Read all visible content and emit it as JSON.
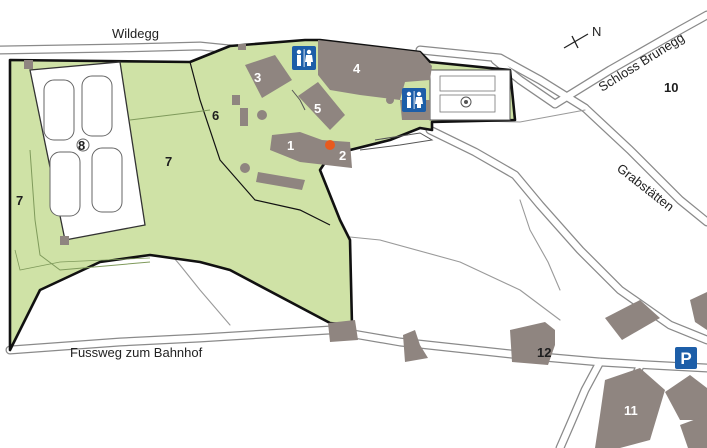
{
  "place_labels": {
    "wildegg": "Wildegg",
    "schloss_brunegg": "Schloss Brunegg",
    "grabstaetten": "Grabstätten",
    "fussweg": "Fussweg zum Bahnhof",
    "north": "N"
  },
  "area_numbers": {
    "n1": "1",
    "n2": "2",
    "n3": "3",
    "n4": "4",
    "n5": "5",
    "n6": "6",
    "n7a": "7",
    "n7b": "7",
    "n8": "8",
    "n10": "10",
    "n11": "11",
    "n12": "12"
  },
  "parking": {
    "label": "P"
  },
  "colors": {
    "park_green": "#cfe2a6",
    "building": "#8f8580",
    "marker": "#e85a1e",
    "parking_blue": "#1d5ea8",
    "wc_blue": "#1d5ea8",
    "road_stroke": "#8a8a8a"
  },
  "icons": [
    "wc-icon",
    "wc-icon",
    "parking-icon",
    "location-marker-icon",
    "north-arrow-icon"
  ]
}
